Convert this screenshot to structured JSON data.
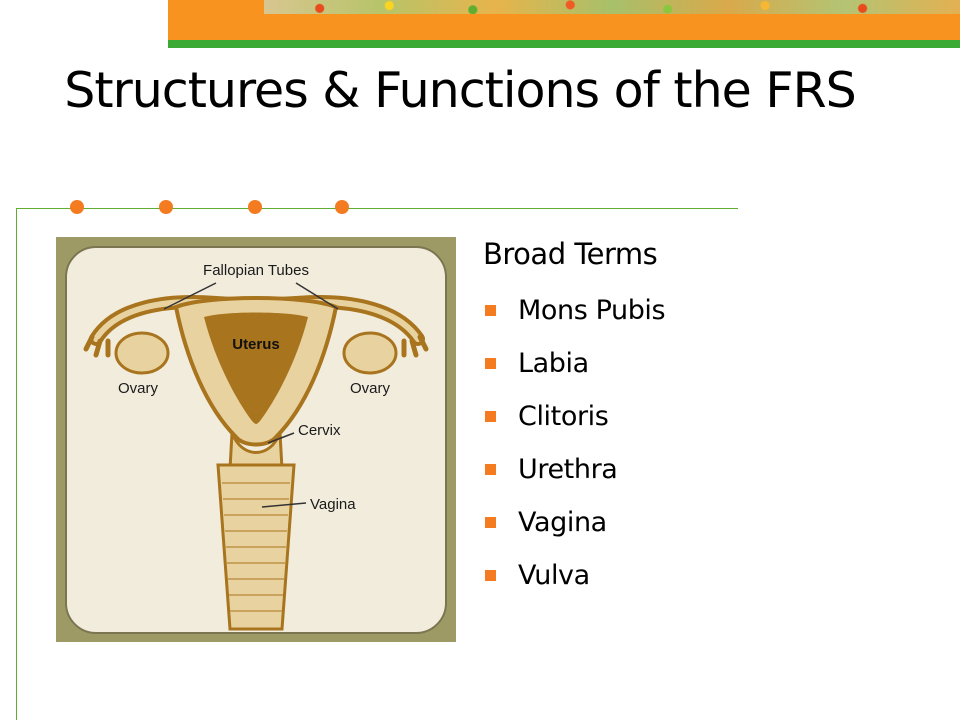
{
  "slide": {
    "title": "Structures & Functions of the FRS",
    "section_heading": "Broad Terms",
    "items": [
      "Mons Pubis",
      "Labia",
      "Clitoris",
      "Urethra",
      "Vagina",
      "Vulva"
    ]
  },
  "diagram": {
    "labels": {
      "fallopian_tubes": "Fallopian Tubes",
      "uterus": "Uterus",
      "ovary_left": "Ovary",
      "ovary_right": "Ovary",
      "cervix": "Cervix",
      "vagina": "Vagina"
    }
  },
  "colors": {
    "accent_orange": "#f47b20",
    "accent_green": "#5fae32",
    "frame": "#9e9a66",
    "tissue": "#e8d3a0",
    "uterus_wall": "#a8741e"
  }
}
